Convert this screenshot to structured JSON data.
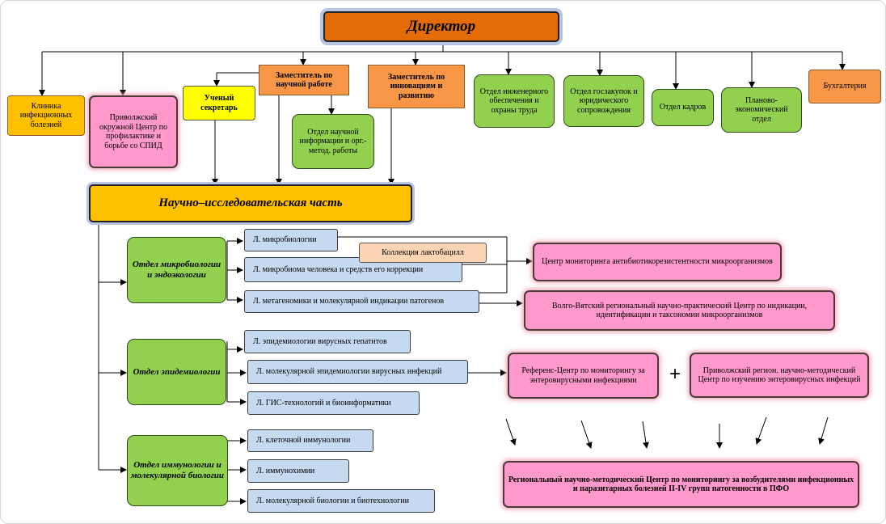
{
  "director": "Директор",
  "top_units": {
    "clinic": "Клиника инфекционных болезней",
    "aids_center": "Приволжский окружной Центр по профилактике и борьбе со СПИД",
    "secretary": "Ученый секретарь",
    "deputy_science": "Заместитель по научной работе",
    "deputy_innovation": "Заместитель по инновациям и развитию",
    "dept_engineering": "Отдел инженерного обеспечения и охраны труда",
    "dept_procurement": "Отдел госзакупок и юридического сопровождения",
    "dept_hr": "Отдел кадров",
    "dept_planning": "Планово-экономический отдел",
    "accounting": "Бухгалтерия"
  },
  "science_info_dept": "Отдел научной информации и орг.-метод. работы",
  "research_part": "Научно–исследовательская часть",
  "departments": {
    "microbiology": "Отдел микробиологии и эндоэкологии",
    "epidemiology": "Отдел эпидемиологии",
    "immunology": "Отдел иммунологии и молекулярной биологии"
  },
  "labs": {
    "microbiology": [
      "Л. микробиологии",
      "Л. микробиома человека и средств его коррекции",
      "Л. метагеномики и молекулярной индикации патогенов"
    ],
    "epidemiology": [
      "Л. эпидемиологии вирусных гепатитов",
      "Л. молекулярной эпидемиологии вирусных инфекций",
      "Л. ГИС-технологий и биоинформатики"
    ],
    "immunology": [
      "Л. клеточной иммунологии",
      "Л. иммунохимии",
      "Л. молекулярной биологии и биотехнологии"
    ]
  },
  "collection": "Коллекция лактобацилл",
  "centers": {
    "antibiotic": "Центр мониторинга антибиотикорезистентности микроорганизмов",
    "volga_vyatka": "Волго-Вятский региональный научно-практический Центр по индикации, идентификации и таксономии микроорганизмов",
    "reference": "Референс-Центр по мониторингу за энтеровирусными инфекциями",
    "plus": "+",
    "privolzhsky_entero": "Приволжский регион. научно-методический Центр по изучению энтеровирусных инфекций",
    "regional": "Региональный научно-методический Центр по мониторингу за возбудителями инфекционных и паразитарных болезней II-IV групп патогенности в ПФО"
  },
  "colors": {
    "director_fill": "#e36c09",
    "orange": "#f79646",
    "pink": "#ff99cc",
    "green": "#92d050",
    "blue": "#c5d9f1",
    "yellow": "#ffff00",
    "research_fill": "#ffc000",
    "peach": "#fbd4b4"
  }
}
